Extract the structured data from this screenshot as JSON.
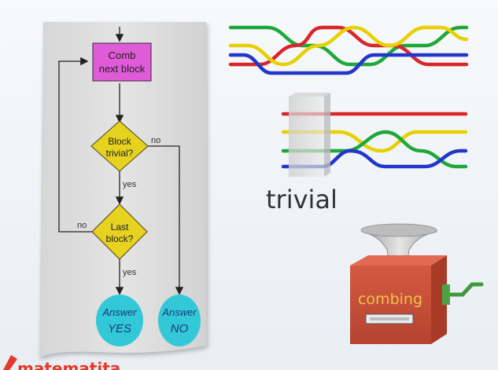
{
  "flowchart": {
    "start_box": {
      "line1": "Comb",
      "line2": "next block"
    },
    "decision1": {
      "line1": "Block",
      "line2": "trivial?"
    },
    "decision2": {
      "line1": "Last",
      "line2": "block?"
    },
    "edge_no_1": "no",
    "edge_yes_1": "yes",
    "edge_no_2": "no",
    "edge_yes_2": "yes",
    "answer_yes": {
      "line1": "Answer",
      "line2": "YES"
    },
    "answer_no": {
      "line1": "Answer",
      "line2": "NO"
    }
  },
  "illustration": {
    "trivial_label": "trivial",
    "machine_label": "combing"
  },
  "branding": {
    "logo_text": "matematita"
  },
  "colors": {
    "strand_green": "#1fa83a",
    "strand_yellow": "#e8d000",
    "strand_red": "#d8262b",
    "strand_blue": "#2236c9",
    "box_magenta": "#e05bd8",
    "diamond_yellow": "#e6d21f",
    "answer_cyan": "#33c8d8",
    "machine_red": "#c8503a"
  }
}
